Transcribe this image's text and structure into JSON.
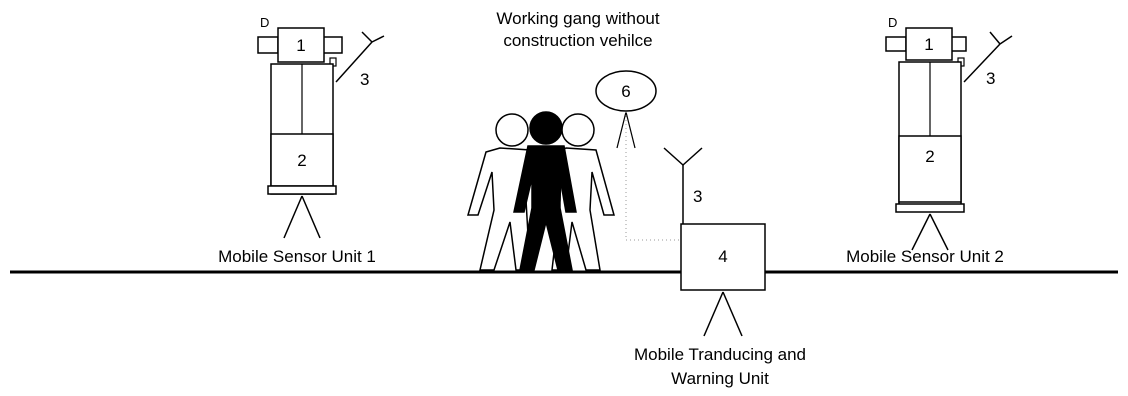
{
  "labels": {
    "unit1_caption": "Mobile Sensor Unit 1",
    "unit2_caption": "Mobile Sensor Unit 2",
    "gang_line1": "Working gang without",
    "gang_line2": "construction vehilce",
    "warning_line1": "Mobile Tranducing and",
    "warning_line2": "Warning Unit"
  },
  "unit1": {
    "top_box": "1",
    "bottom_box": "2",
    "antenna_number": "3",
    "d_label": "D"
  },
  "unit2": {
    "top_box": "1",
    "bottom_box": "2",
    "antenna_number": "3",
    "d_label": "D"
  },
  "warning_unit": {
    "box_number": "4",
    "antenna_number": "3"
  },
  "bubble_number": "6"
}
